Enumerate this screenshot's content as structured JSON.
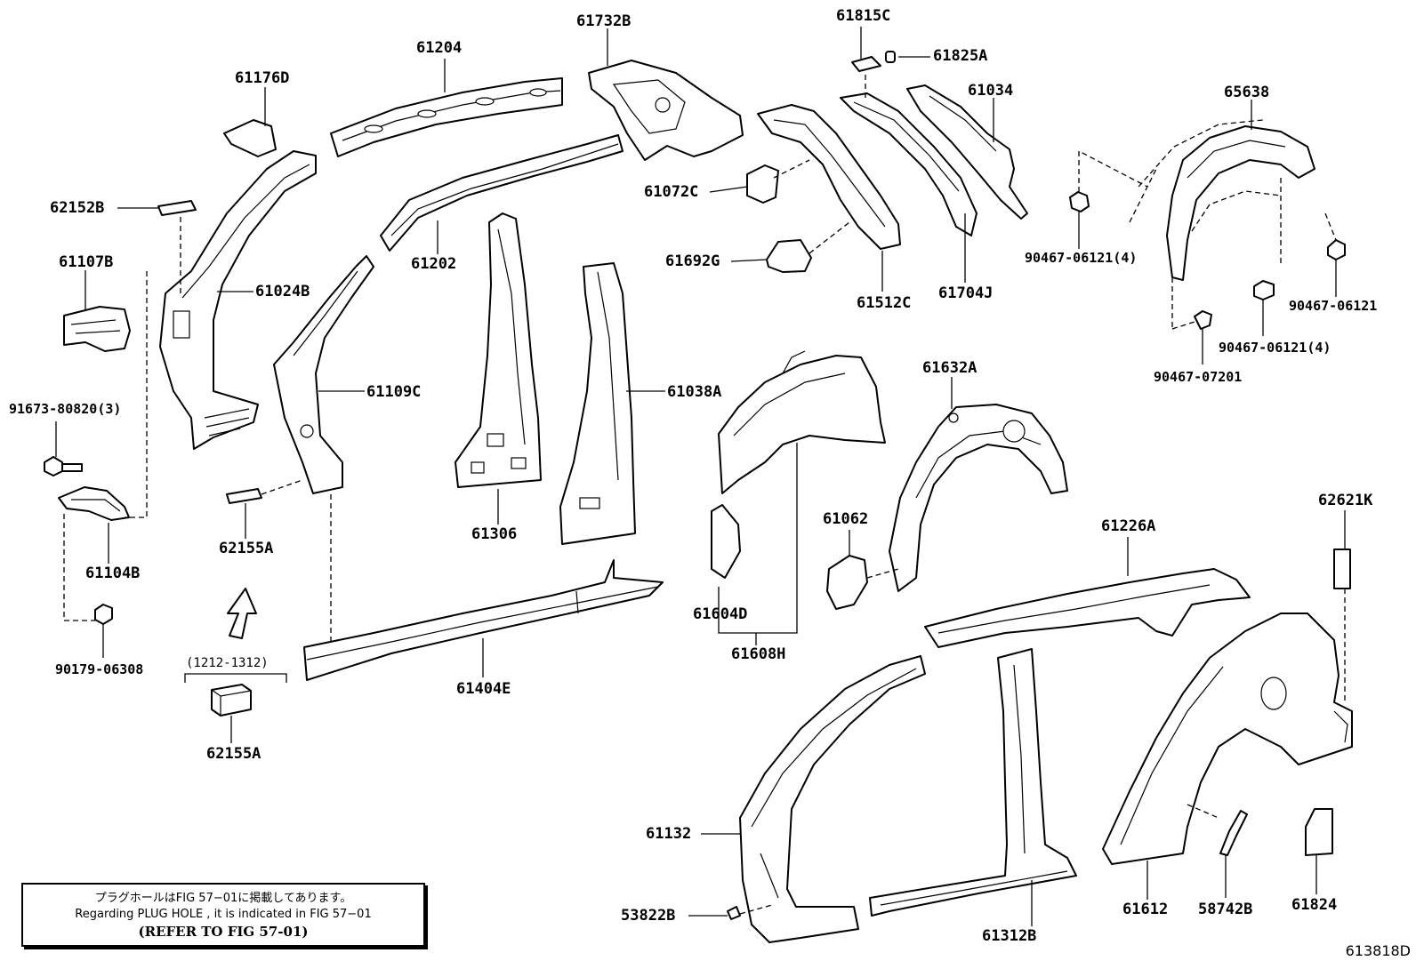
{
  "labels": {
    "p61204": "61204",
    "p61732B": "61732B",
    "p61815C": "61815C",
    "p61825A": "61825A",
    "p61034": "61034",
    "p65638": "65638",
    "p61176D": "61176D",
    "p62152B": "62152B",
    "p61107B": "61107B",
    "p61024B": "61024B",
    "p61202": "61202",
    "p61072C": "61072C",
    "p61692G": "61692G",
    "p61512C": "61512C",
    "p61704J": "61704J",
    "p9046706121_4a": "90467-06121(4)",
    "p9046706121": "90467-06121",
    "p9046706121_4b": "90467-06121(4)",
    "p9046707201": "90467-07201",
    "p9167380820": "91673-80820(3)",
    "p61109C": "61109C",
    "p61038A": "61038A",
    "p61632A": "61632A",
    "p61104B": "61104B",
    "p62155A_a": "62155A",
    "p61306": "61306",
    "p61062": "61062",
    "p61226A": "61226A",
    "p62621K": "62621K",
    "p90179": "90179-06308",
    "p61604D": "61604D",
    "p61608H": "61608H",
    "p61404E": "61404E",
    "p62155A_b": "62155A",
    "p61132": "61132",
    "p53822B": "53822B",
    "p61312B": "61312B",
    "p61612": "61612",
    "p58742B": "58742B",
    "p61824": "61824"
  },
  "range_label": "(1212-1312)",
  "note": {
    "line1": "プラグホールはFIG 57−01に掲載してあります。",
    "line2": "Regarding  PLUG  HOLE , it is indicated in FIG  57−01",
    "line3": "(REFER TO FIG 57-01)"
  },
  "figure_number": "613818D"
}
